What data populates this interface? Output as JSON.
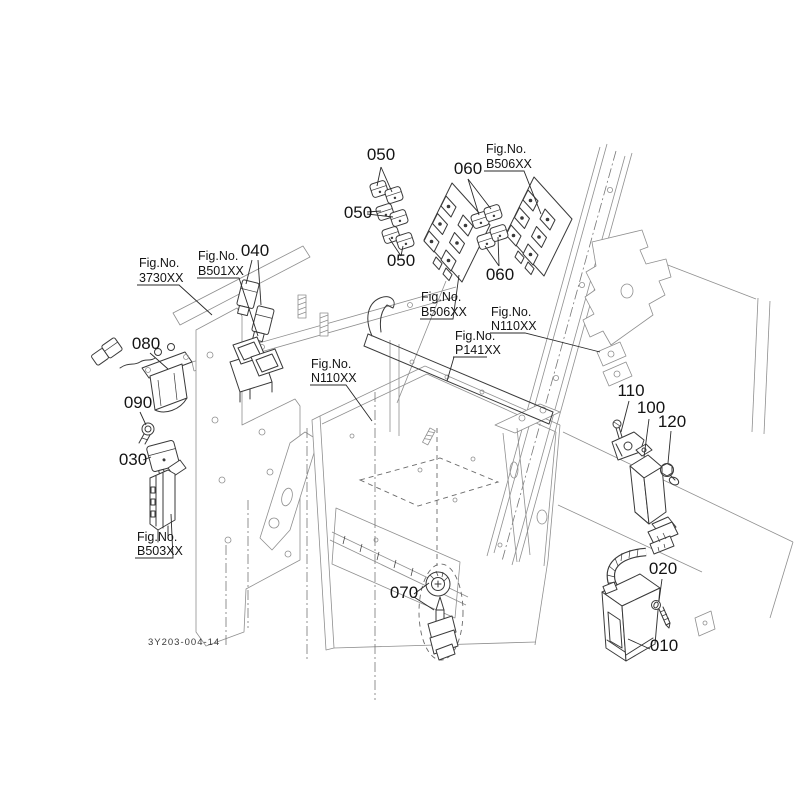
{
  "diagram": {
    "drawing_number": "3Y203-004-14",
    "labels": {
      "l010": "010",
      "l020": "020",
      "l030": "030",
      "l040": "040",
      "l050a": "050",
      "l050b": "050",
      "l050c": "050",
      "l060a": "060",
      "l060b": "060",
      "l070": "070",
      "l080": "080",
      "l090": "090",
      "l100": "100",
      "l110": "110",
      "l120": "120"
    },
    "figs": {
      "f3730": {
        "line1": "Fig.No.",
        "line2": "3730XX"
      },
      "fB501": {
        "line1": "Fig.No.",
        "line2": "B501XX"
      },
      "fB506_top": {
        "line1": "Fig.No.",
        "line2": "B506XX"
      },
      "fB506_mid": {
        "line1": "Fig.No.",
        "line2": "B506XX"
      },
      "fN110_right": {
        "line1": "Fig.No.",
        "line2": "N110XX"
      },
      "fP141": {
        "line1": "Fig.No.",
        "line2": "P141XX"
      },
      "fN110_left": {
        "line1": "Fig.No.",
        "line2": "N110XX"
      },
      "fB503": {
        "line1": "Fig.No.",
        "line2": "B503XX"
      }
    }
  }
}
